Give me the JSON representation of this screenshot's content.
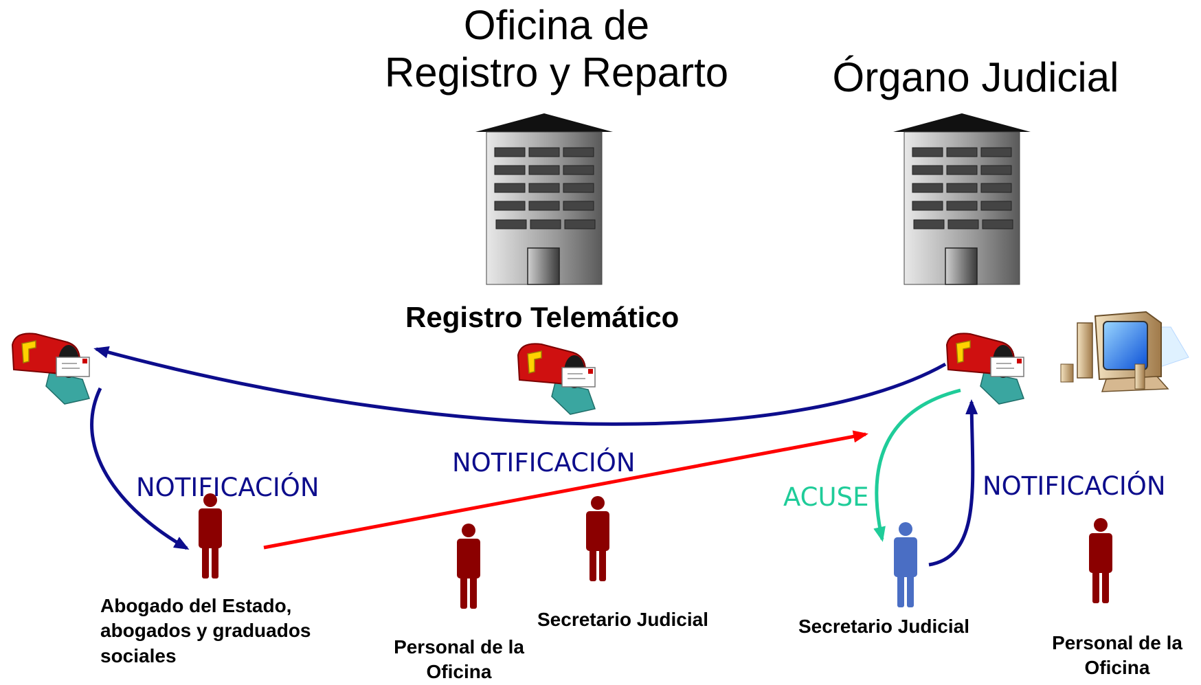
{
  "titles": {
    "office_line1": "Oficina de",
    "office_line2": "Registro y Reparto",
    "court": "Órgano Judicial"
  },
  "registry_label": "Registro Telemático",
  "flow_labels": {
    "notification_left": "NOTIFICACIÓN",
    "notification_center": "NOTIFICACIÓN",
    "notification_right": "NOTIFICACIÓN",
    "acknowledgement": "ACUSE"
  },
  "people": {
    "lawyers_line1": "Abogado del Estado,",
    "lawyers_line2": "abogados y graduados",
    "lawyers_line3": "sociales",
    "office_staff_center_line1": "Personal de la",
    "office_staff_center_line2": "Oficina",
    "clerk_center": "Secretario Judicial",
    "clerk_right": "Secretario Judicial",
    "office_staff_right_line1": "Personal de la",
    "office_staff_right_line2": "Oficina"
  },
  "colors": {
    "notification_arrow": "#0d0d8c",
    "submission_arrow": "#ff0000",
    "acknowledgement_arrow": "#1fcc99",
    "person_dark": "#8b0000",
    "person_clerk": "#4a6ec4",
    "notification_text": "#0d0d8c",
    "acknowledgement_text": "#1fcc99"
  }
}
